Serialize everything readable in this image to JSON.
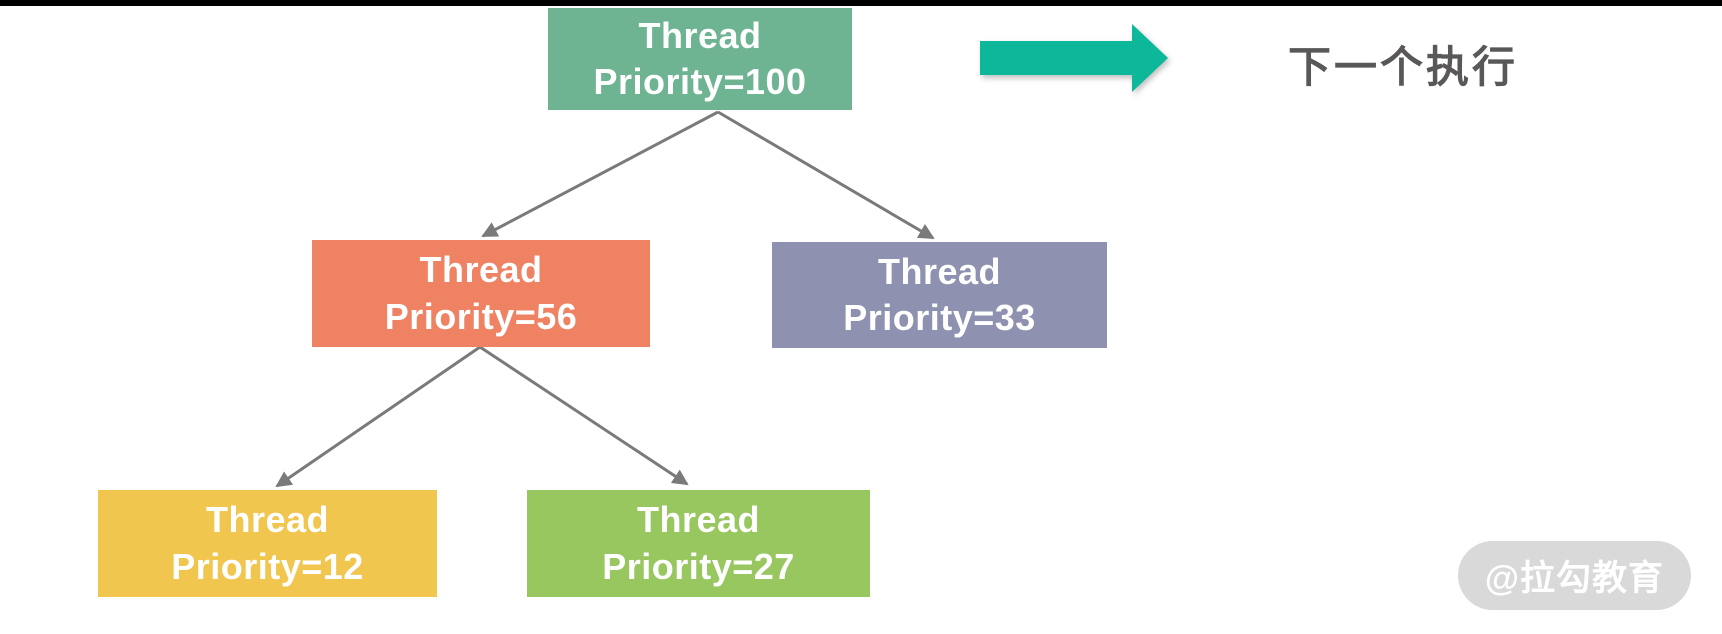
{
  "diagram": {
    "description_type": "thread-priority-tree",
    "nodes": {
      "root": {
        "line1": "Thread",
        "line2": "Priority=100",
        "color": "#6fb492"
      },
      "left": {
        "line1": "Thread",
        "line2": "Priority=56",
        "color": "#ef8263"
      },
      "right": {
        "line1": "Thread",
        "line2": "Priority=33",
        "color": "#8e92b0"
      },
      "left_left": {
        "line1": "Thread",
        "line2": "Priority=12",
        "color": "#f1c64e"
      },
      "left_right": {
        "line1": "Thread",
        "line2": "Priority=27",
        "color": "#97c75e"
      }
    },
    "edges": [
      {
        "from": "root",
        "to": "left"
      },
      {
        "from": "root",
        "to": "right"
      },
      {
        "from": "left",
        "to": "left_left"
      },
      {
        "from": "left",
        "to": "left_right"
      }
    ],
    "connector_color": "#7a7a7a"
  },
  "legend": {
    "label": "下一个执行",
    "arrow_color": "#0cb79a",
    "label_color": "#595757"
  },
  "watermark": {
    "text": "@拉勾教育"
  }
}
